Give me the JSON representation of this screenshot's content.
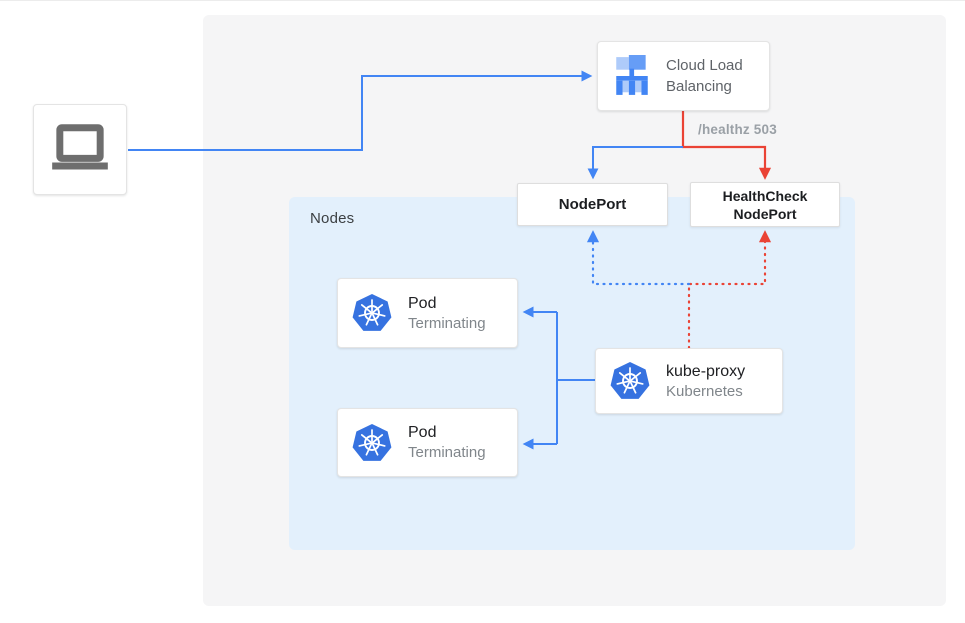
{
  "diagram": {
    "title_context": "Kubernetes external load balancer health-check diagram",
    "nodes_group": {
      "label": "Nodes",
      "fill_color": "#e3f0fc"
    },
    "client": {
      "icon": "laptop-icon"
    },
    "cloud_load_balancing": {
      "title": "Cloud Load Balancing",
      "icon": "cloud-load-balancing-icon"
    },
    "healthz_label": "/healthz 503",
    "nodeport": {
      "label": "NodePort"
    },
    "healthcheck_nodeport": {
      "line1": "HealthCheck",
      "line2": "NodePort"
    },
    "pods": [
      {
        "title": "Pod",
        "subtitle": "Terminating",
        "icon": "kubernetes-icon"
      },
      {
        "title": "Pod",
        "subtitle": "Terminating",
        "icon": "kubernetes-icon"
      }
    ],
    "kube_proxy": {
      "title": "kube-proxy",
      "subtitle": "Kubernetes",
      "icon": "kubernetes-icon"
    },
    "colors": {
      "traffic_blue": "#4285f4",
      "health_red": "#ea4335",
      "panel_gray": "#f5f5f6",
      "nodes_blue": "#e3f0fc",
      "muted_text": "#9aa0a6"
    }
  }
}
